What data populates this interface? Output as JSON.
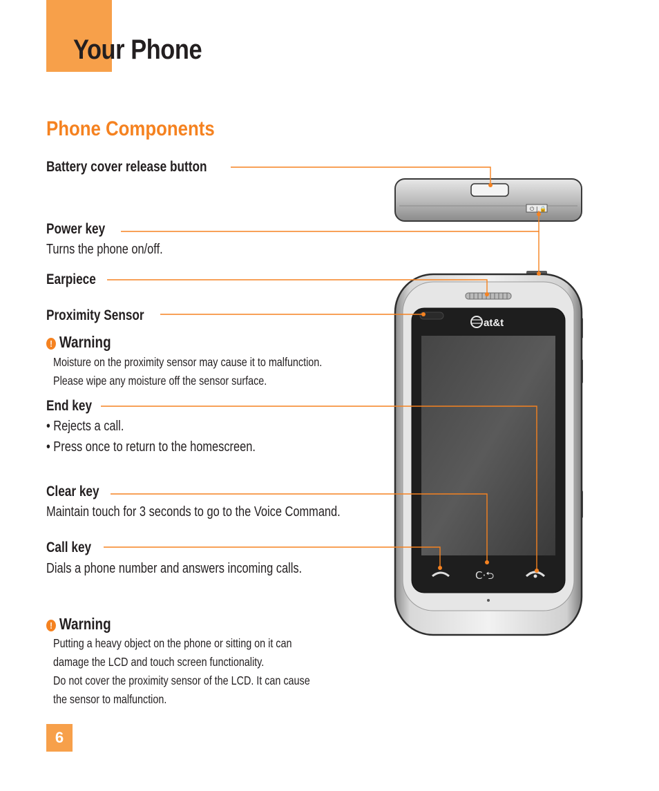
{
  "page": {
    "title": "Your Phone",
    "section": "Phone Components",
    "page_number": "6"
  },
  "components": {
    "battery": {
      "label": "Battery cover release button"
    },
    "power": {
      "label": "Power key",
      "desc": "Turns the phone on/off."
    },
    "earpiece": {
      "label": "Earpiece"
    },
    "proximity": {
      "label": "Proximity Sensor"
    },
    "endkey": {
      "label": "End key",
      "bullets": [
        "• Rejects a call.",
        "• Press once to return to the homescreen."
      ]
    },
    "clearkey": {
      "label": "Clear key",
      "desc": "Maintain touch for 3 seconds to go to the Voice Command."
    },
    "callkey": {
      "label": "Call key",
      "desc": "Dials a phone number and answers incoming calls."
    }
  },
  "warnings": [
    {
      "title": "Warning",
      "lines": [
        "Moisture on the proximity sensor may cause it to malfunction.",
        "Please wipe any moisture off the sensor surface."
      ]
    },
    {
      "title": "Warning",
      "lines": [
        "Putting a heavy object on the phone or sitting on it can",
        "damage the LCD and touch screen functionality.",
        "Do not cover the proximity sensor of the LCD. It can cause",
        "the sensor to malfunction."
      ]
    }
  ],
  "phone": {
    "brand": "at&t"
  },
  "colors": {
    "accent": "#f58220",
    "accent_light": "#f7a04a",
    "text": "#231f20"
  },
  "icons": [
    "warning-icon",
    "call-icon",
    "clear-icon",
    "end-icon"
  ]
}
